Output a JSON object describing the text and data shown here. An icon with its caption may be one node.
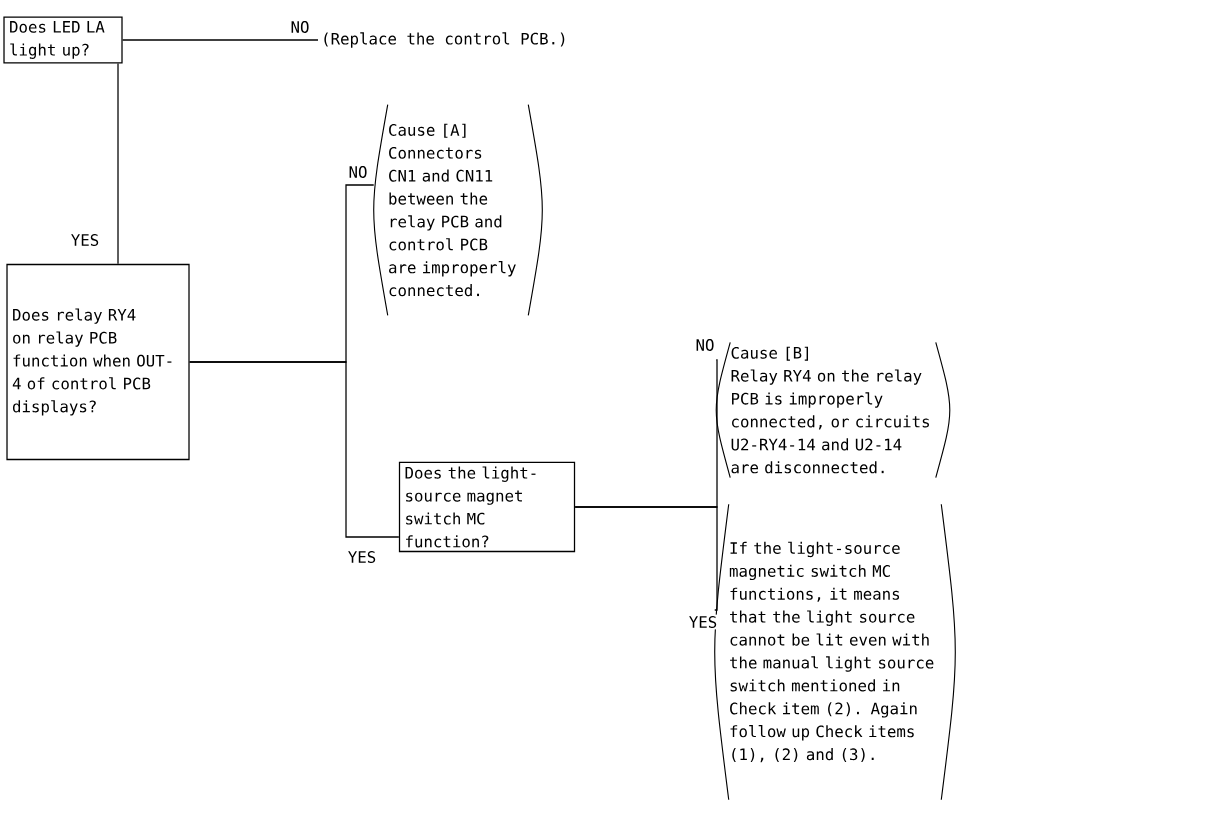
{
  "diagram": {
    "nodes": [
      {
        "text": [
          "Does LED LA light up?"
        ]
      },
      {
        "text": [
          "(Replace the control PCB.)"
        ]
      },
      {
        "text": [
          "Does relay RY4 on relay PCB function when OUT-4 of control PCB displays?"
        ]
      },
      {
        "text": [
          "Cause [A]",
          "Connectors CN1 and CN11 between the relay PCB and control PCB are improperly connected."
        ]
      },
      {
        "text": [
          "Does the light-source magnet switch MC function?"
        ]
      },
      {
        "text": [
          "Cause [B]",
          "Relay RY4 on the relay PCB is improperly connected, or circuits U2-RY4-14 and U2-14 are disconnected."
        ]
      },
      {
        "text": [
          "If the light-source magnetic switch MC functions, it means that the light source cannot be lit even with the manual light source switch mentioned in Check item (2). Again follow up Check items (1), (2) and (3)."
        ]
      }
    ],
    "edges": [
      {
        "from": 0,
        "to": 1,
        "arrow": "none",
        "label": "NO"
      },
      {
        "from": 0,
        "to": 2,
        "arrow": "none",
        "label": "YES"
      },
      {
        "from": 2,
        "to": 3,
        "arrow": "none",
        "label": "NO"
      },
      {
        "from": 2,
        "to": 4,
        "arrow": "none",
        "label": "YES"
      },
      {
        "from": 4,
        "to": 5,
        "arrow": "none",
        "label": "NO"
      },
      {
        "from": 4,
        "to": 6,
        "arrow": "none",
        "label": "YES"
      }
    ]
  }
}
